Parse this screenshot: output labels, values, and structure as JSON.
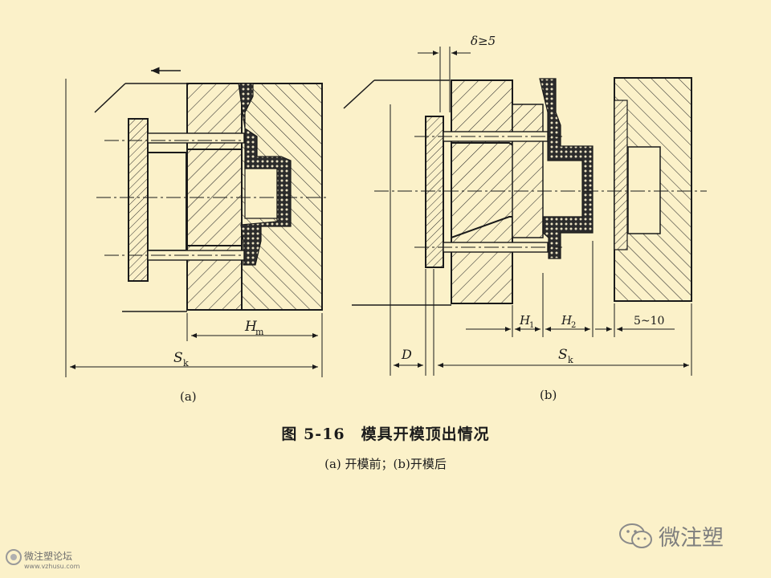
{
  "figure": {
    "title": "图 5-16　模具开模顶出情况",
    "subtitle": "(a) 开模前；(b)开模后"
  },
  "panel_a": {
    "label": "(a)",
    "dim_hm_letter": "H",
    "dim_hm_sub": "m",
    "dim_sk_letter": "S",
    "dim_sk_sub": "k"
  },
  "panel_b": {
    "label": "(b)",
    "dim_delta": "δ≥5",
    "dim_h1_letter": "H",
    "dim_h1_sub": "1",
    "dim_h2_letter": "H",
    "dim_h2_sub": "2",
    "dim_gap": "5~10",
    "dim_d": "D",
    "dim_sk_letter": "S",
    "dim_sk_sub": "k"
  },
  "watermark": {
    "brand": "微注塑",
    "forum_name": "微注塑论坛",
    "forum_url": "www.vzhusu.com"
  },
  "colors": {
    "background": "#fbf1c9",
    "ink": "#1a1a1a",
    "watermark": "#7e7e7e"
  }
}
